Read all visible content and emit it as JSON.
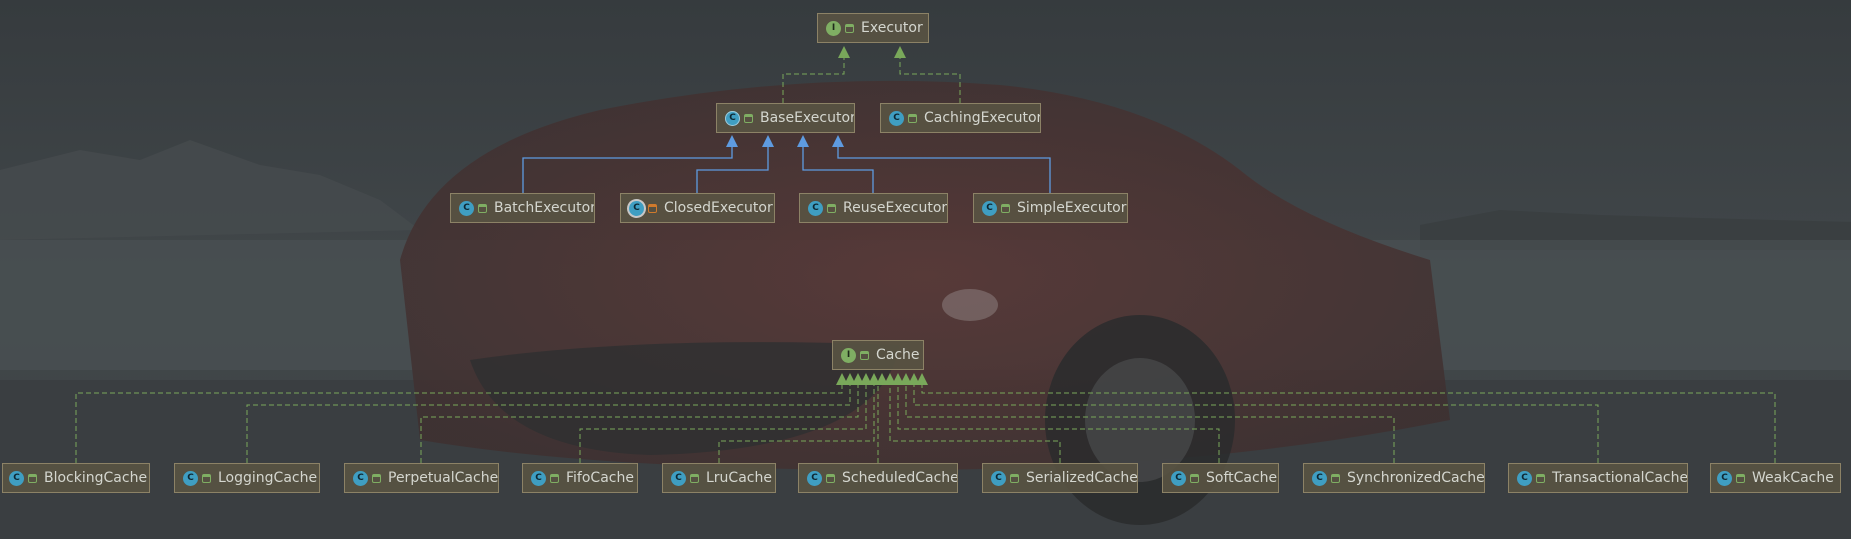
{
  "colors": {
    "node_bg": "#585242",
    "node_border": "#8c8266",
    "text": "#d4d6cf",
    "implements_edge": "#79a85a",
    "extends_edge": "#5e9be0",
    "interface_icon": "#7fae63",
    "class_icon": "#3f9ec2"
  },
  "icons": {
    "interface": "interface-icon",
    "class": "class-icon",
    "abstract_class": "abstract-class-icon",
    "anonymous_class": "anonymous-class-icon",
    "public": "public-visibility-icon",
    "private": "private-visibility-icon",
    "interface_glyph": "I",
    "class_glyph": "C"
  },
  "nodes": {
    "executor": "Executor",
    "base_executor": "BaseExecutor",
    "caching_executor": "CachingExecutor",
    "batch_executor": "BatchExecutor",
    "closed_executor": "ClosedExecutor",
    "reuse_executor": "ReuseExecutor",
    "simple_executor": "SimpleExecutor",
    "cache": "Cache",
    "blocking_cache": "BlockingCache",
    "logging_cache": "LoggingCache",
    "perpetual_cache": "PerpetualCache",
    "fifo_cache": "FifoCache",
    "lru_cache": "LruCache",
    "scheduled_cache": "ScheduledCache",
    "serialized_cache": "SerializedCache",
    "soft_cache": "SoftCache",
    "synchronized_cache": "SynchronizedCache",
    "transactional_cache": "TransactionalCache",
    "weak_cache": "WeakCache"
  }
}
